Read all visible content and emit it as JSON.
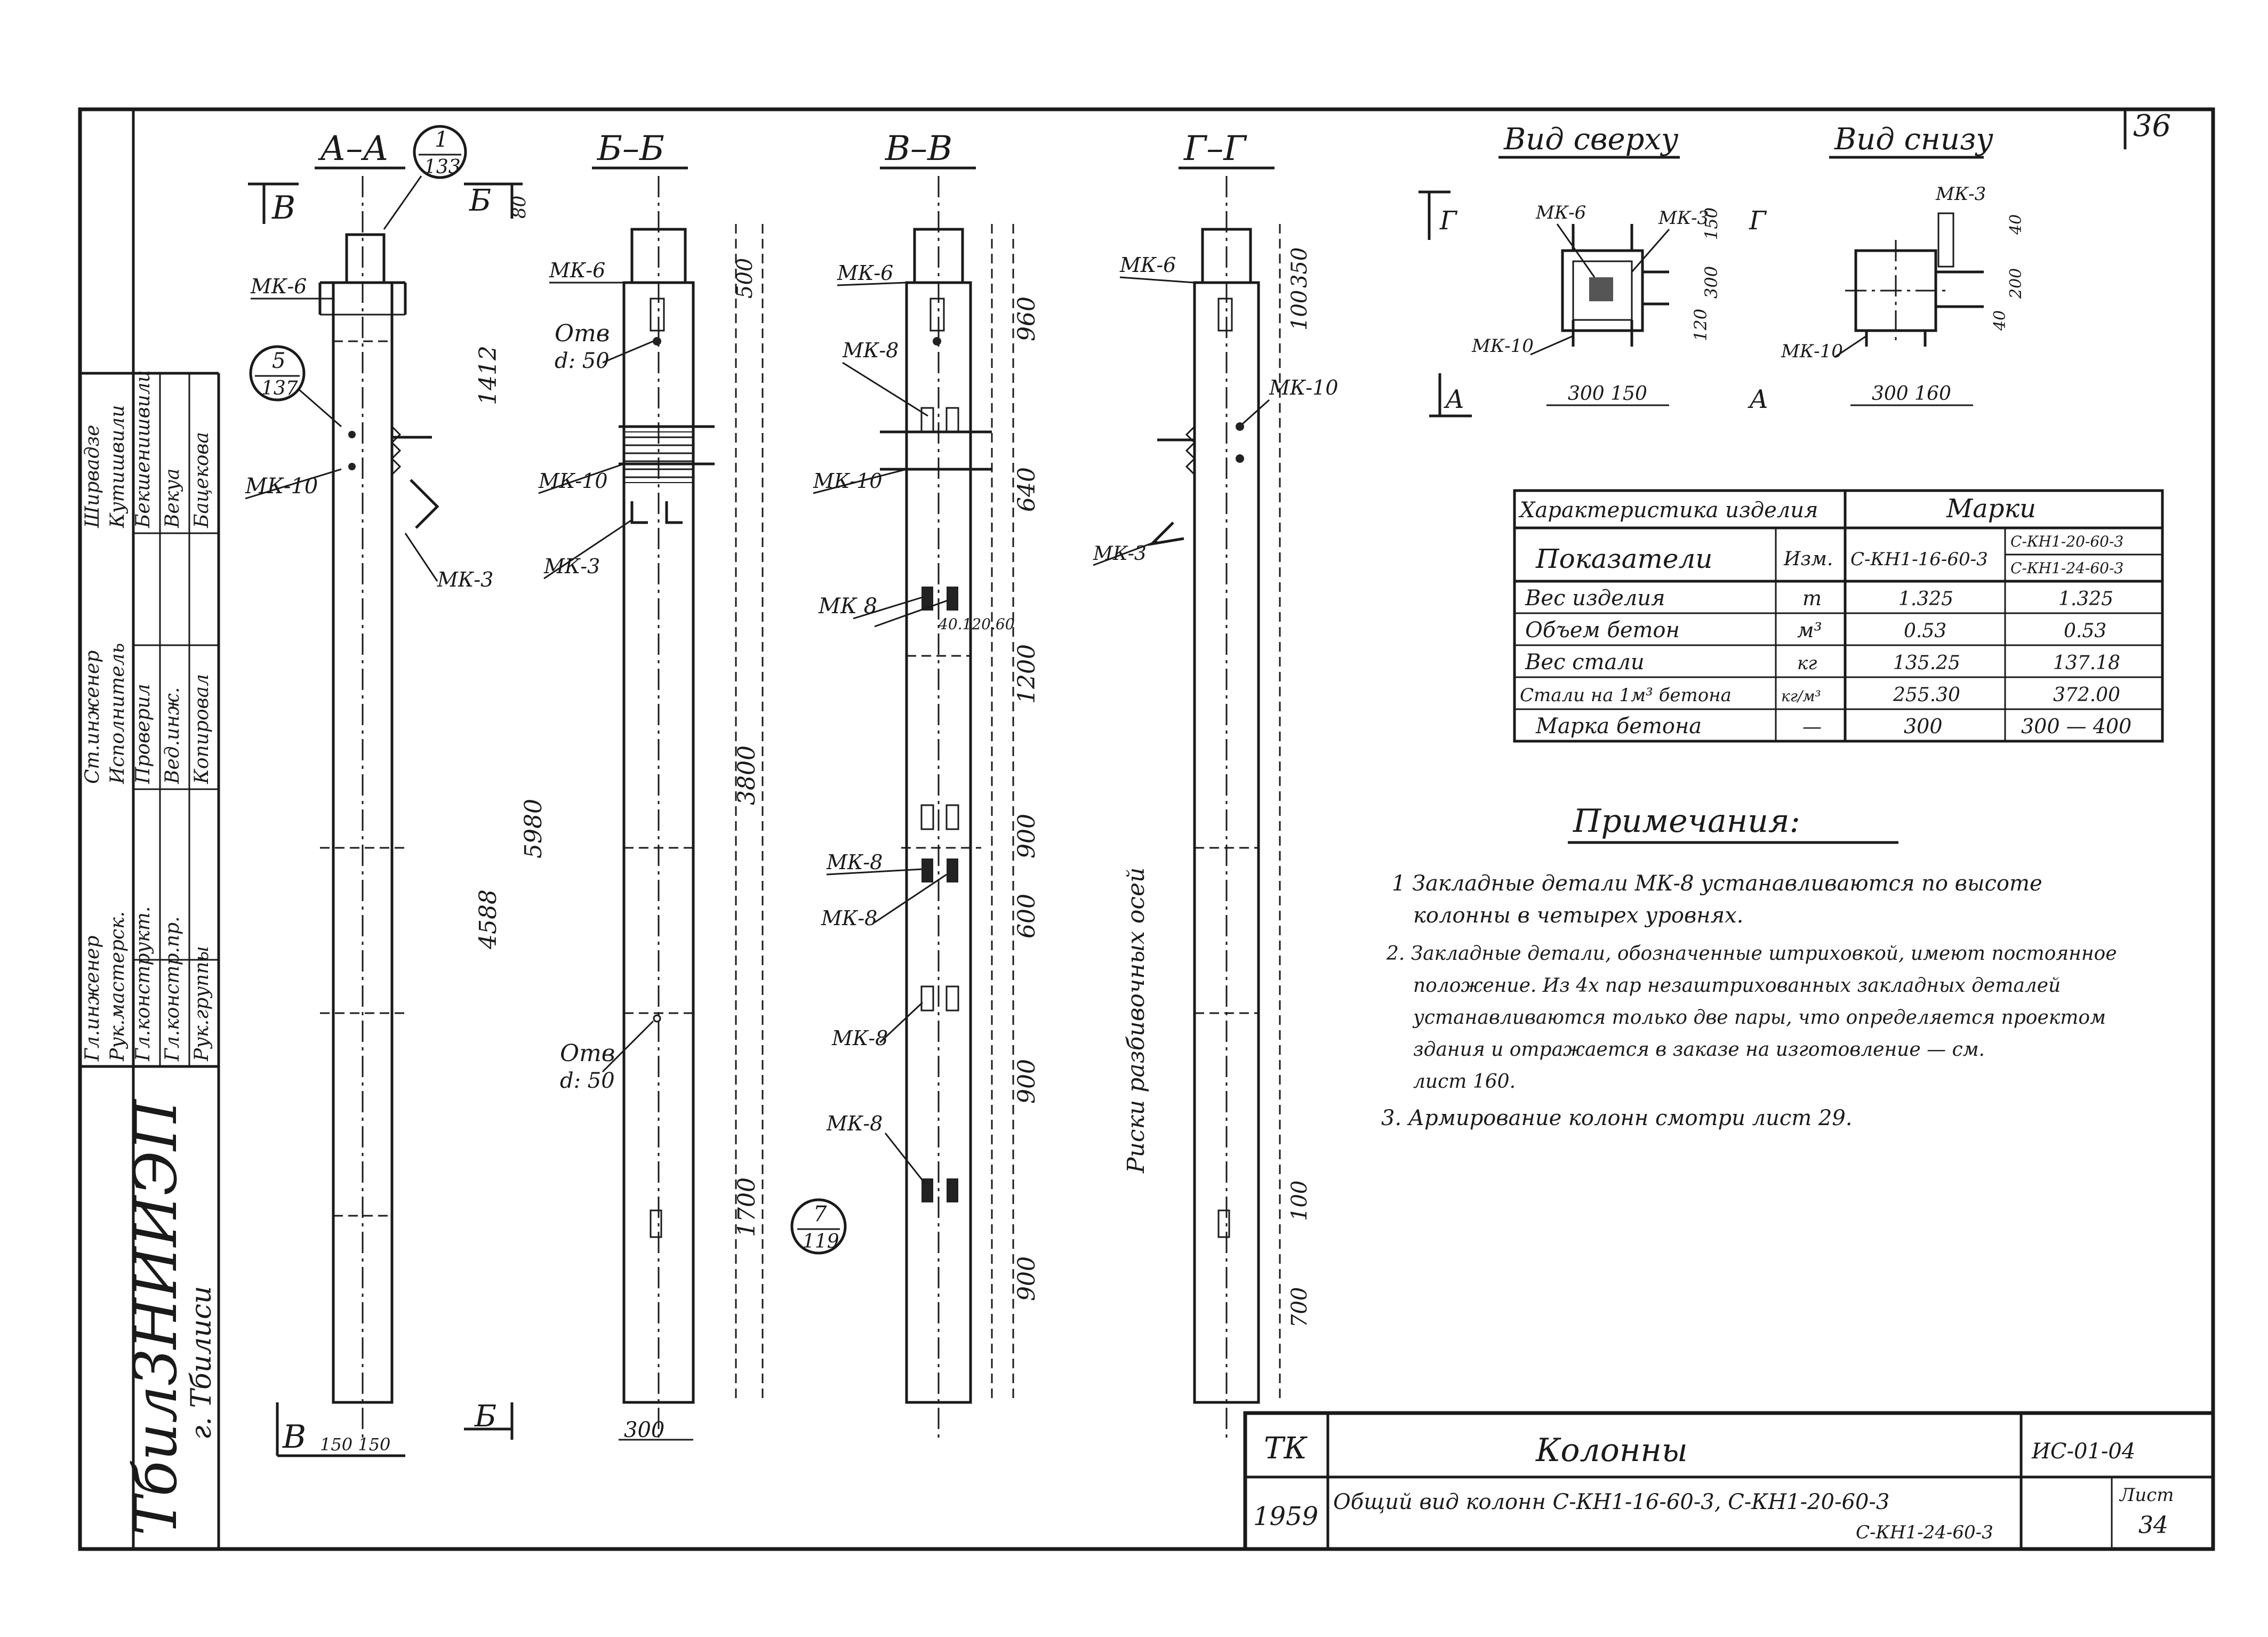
{
  "sheet_number": "36",
  "sections": {
    "aa": {
      "title": "А–А",
      "callout_num": "1",
      "callout_den": "133"
    },
    "bb": {
      "title": "Б–Б"
    },
    "vv": {
      "title": "В–В"
    },
    "gg": {
      "title": "Г–Г"
    }
  },
  "cut_marks": {
    "a_top": "В",
    "b_top": "Б",
    "a_bottom": "В",
    "b_bottom": "Б",
    "g": "Г",
    "a": "А"
  },
  "views": {
    "top": "Вид сверху",
    "bottom": "Вид снизу"
  },
  "part_labels": {
    "mk6": "МК-6",
    "mk10": "МК-10",
    "mk3": "МК-3",
    "mk8": "МК-8",
    "mk8b": "МК 8",
    "otv": "Отв",
    "otv_d": "d: 50",
    "hatch_note": "40.120.60",
    "axis_note": "Риски разбивочных осей"
  },
  "callouts": {
    "c5": {
      "num": "5",
      "den": "137"
    },
    "c7": {
      "num": "7",
      "den": "119"
    }
  },
  "dims": {
    "aa_top": "80",
    "aa_width": "150 150",
    "bb_1412": "1412",
    "bb_3800": "3800",
    "bb_5980": "5980",
    "bb_4588": "4588",
    "bb_500": "500",
    "bb_1700": "1700",
    "bb_width": "300",
    "vv_960": "960",
    "vv_640": "640",
    "vv_1200": "1200",
    "vv_900a": "900",
    "vv_600": "600",
    "vv_900b": "900",
    "vv_900c": "900",
    "gg_100": "100",
    "gg_350": "350",
    "gg_100b": "100",
    "gg_700": "700",
    "top_w": "300 150",
    "top_h1": "300",
    "top_h2": "120",
    "top_h3": "150",
    "bot_w": "300 160",
    "bot_h1": "200",
    "bot_h2": "40",
    "bot_h3": "40"
  },
  "spec_table": {
    "header_left": "Характеристика изделия",
    "header_right": "Марки",
    "col_param": "Показатели",
    "col_unit": "Изм.",
    "col_m1": "С-КН1-16-60-3",
    "col_m2a": "С-КН1-20-60-3",
    "col_m2b": "С-КН1-24-60-3",
    "rows": [
      {
        "param": "Вес изделия",
        "unit": "т",
        "v1": "1.325",
        "v2": "1.325"
      },
      {
        "param": "Объем бетон",
        "unit": "м³",
        "v1": "0.53",
        "v2": "0.53"
      },
      {
        "param": "Вес стали",
        "unit": "кг",
        "v1": "135.25",
        "v2": "137.18"
      },
      {
        "param": "Стали на 1м³ бетона",
        "unit": "кг/м³",
        "v1": "255.30",
        "v2": "372.00"
      },
      {
        "param": "Марка бетона",
        "unit": "—",
        "v1": "300",
        "v2": "300 — 400"
      }
    ]
  },
  "notes": {
    "title": "Примечания:",
    "lines": [
      "1  Закладные детали МК-8 устанавливаются по высоте",
      "колонны в четырех уровнях.",
      "2. Закладные детали, обозначенные штриховкой, имеют постоянное",
      "положение. Из 4х пар незаштрихованных закладных деталей",
      "устанавливаются только две пары, что определяется проектом",
      "здания и отражается в заказе на изготовление — см.",
      "лист 160.",
      "3. Армирование колонн смотри лист 29."
    ]
  },
  "title_block": {
    "code": "ТК",
    "year": "1959",
    "name": "Колонны",
    "desc1": "Общий вид колонн С-КН1-16-60-3, С-КН1-20-60-3",
    "desc2": "С-КН1-24-60-3",
    "series": "ИС-01-04",
    "sheet_label": "Лист",
    "sheet_no": "34"
  },
  "stamp": {
    "org": "ТбилЗНИИЭП",
    "city": "г. Тбилиси",
    "roles": [
      "Гл.инженер",
      "Рук.мастерск.",
      "Гл.конструкт.",
      "Гл.констр.пр.",
      "Рук.группы"
    ],
    "roles2": [
      "Ст.инженер",
      "Исполнитель",
      "Проверил",
      "Вед.инж.",
      "Копировал"
    ],
    "names": [
      "Ширвадзе",
      "Кутишвили",
      "Бекшенишвили",
      "Векуа",
      "Бацекова"
    ]
  }
}
